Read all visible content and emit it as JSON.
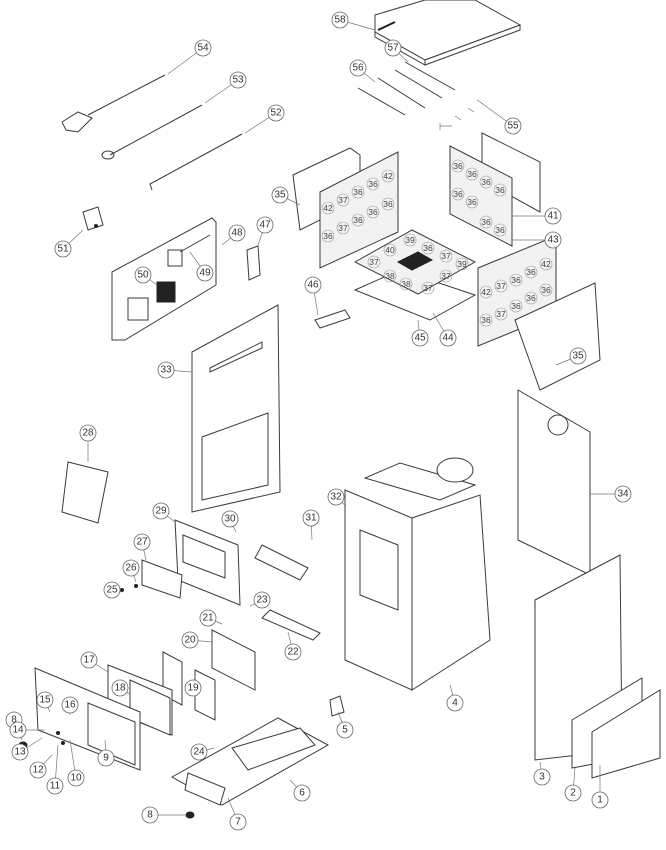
{
  "diagram": {
    "type": "exploded-parts-view",
    "colors": {
      "line": "#3a3a3a",
      "leader": "#777777",
      "balloon_stroke": "#666666",
      "background": "#ffffff"
    },
    "callouts": [
      "1",
      "2",
      "3",
      "4",
      "5",
      "6",
      "7",
      "8",
      "8",
      "9",
      "10",
      "11",
      "12",
      "13",
      "14",
      "15",
      "16",
      "17",
      "18",
      "19",
      "20",
      "21",
      "22",
      "23",
      "24",
      "25",
      "26",
      "27",
      "28",
      "29",
      "30",
      "31",
      "32",
      "33",
      "34",
      "35",
      "35",
      "41",
      "42",
      "43",
      "44",
      "45",
      "46",
      "47",
      "48",
      "49",
      "50",
      "51",
      "52",
      "53",
      "54",
      "55",
      "56",
      "57",
      "58"
    ],
    "left_brick_wall": [
      "42",
      "37",
      "36",
      "36",
      "42",
      "36",
      "37",
      "36",
      "36",
      "36"
    ],
    "right_brick_wall": [
      "36",
      "36",
      "36",
      "36",
      "36",
      "36",
      "36",
      "36"
    ],
    "floor_bricks": [
      "39",
      "36",
      "37",
      "40",
      "37",
      "39",
      "38",
      "38",
      "37",
      "37"
    ],
    "right_lower_brick_wall": [
      "42",
      "37",
      "36",
      "36",
      "42",
      "36",
      "37",
      "36",
      "36",
      "36"
    ]
  }
}
